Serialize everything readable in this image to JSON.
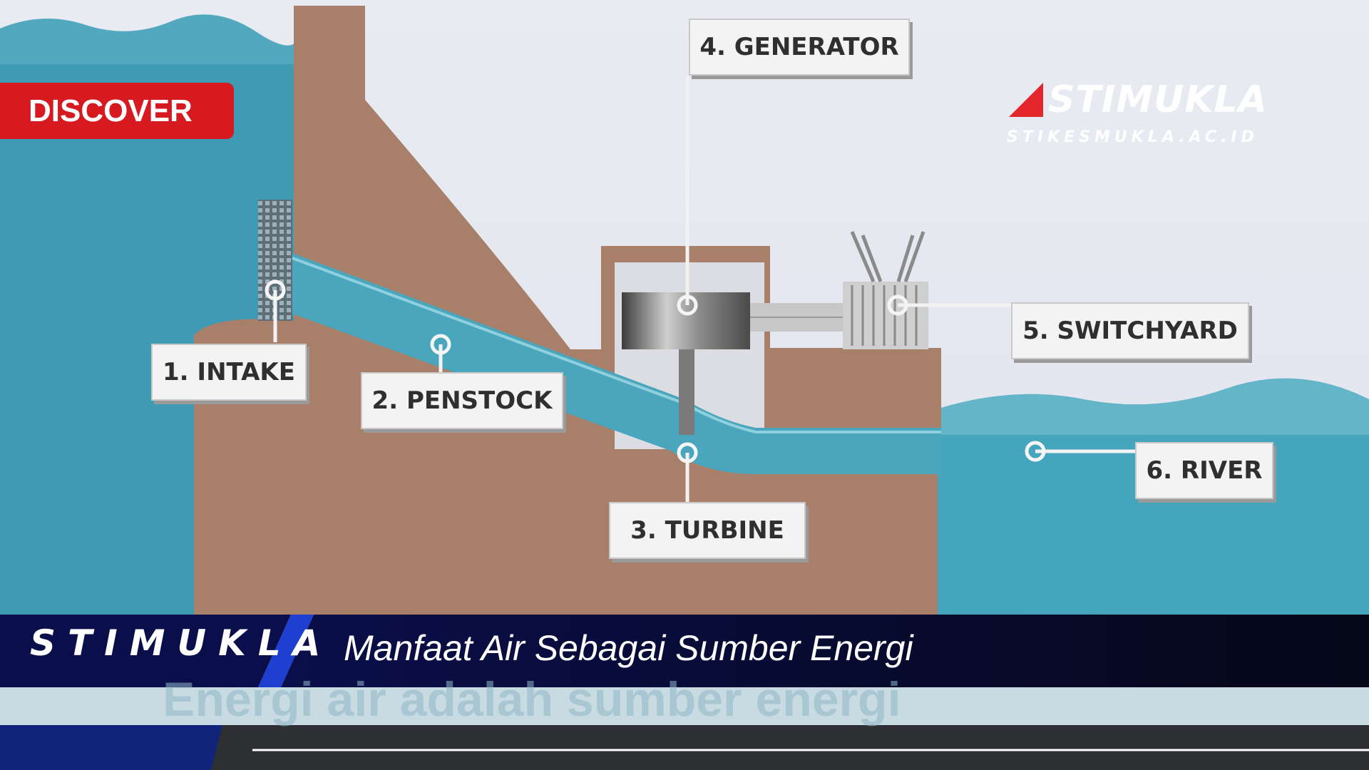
{
  "badge": "DISCOVER",
  "brand": {
    "name": "STIMUKLA",
    "url": "STIKESMUKLA.AC.ID",
    "accent_color": "#e3262b"
  },
  "labels": {
    "intake": "1. INTAKE",
    "penstock": "2. PENSTOCK",
    "turbine": "3. TURBINE",
    "generator": "4. GENERATOR",
    "switchyard": "5. SWITCHYARD",
    "river": "6. RIVER"
  },
  "band": {
    "brand": "STIMUKLA",
    "title": "Manfaat Air Sebagai Sumber Energi"
  },
  "background_caption": "Energi air adalah sumber energi",
  "colors": {
    "badge": "#d71920",
    "band_dark": "#0a0e4a",
    "band_accent": "#1e3fd0",
    "water": "#3f9ab3",
    "earth": "#a8806a"
  }
}
